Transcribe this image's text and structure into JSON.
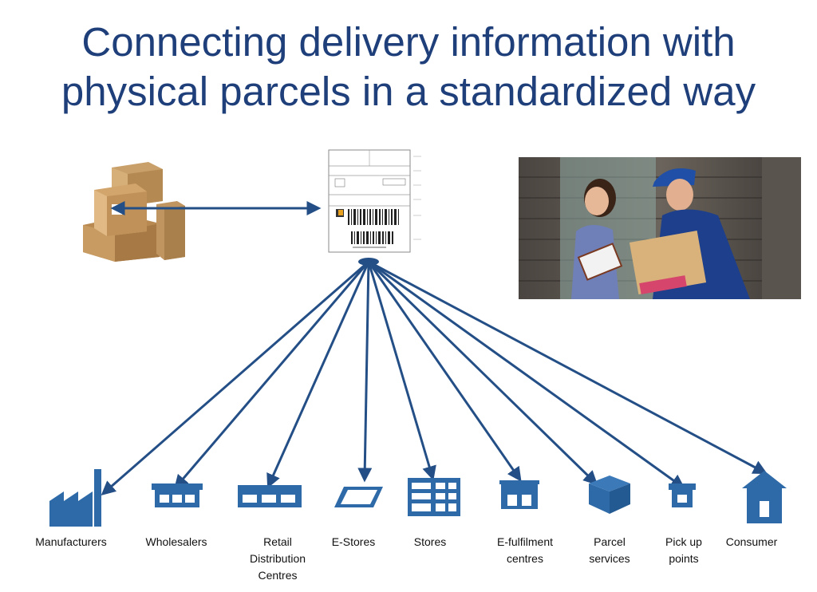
{
  "title": {
    "line1": "Connecting delivery information with",
    "line2": "physical parcels in a standardized way"
  },
  "colors": {
    "title": "#1f3f7a",
    "arrow": "#244f86",
    "icon": "#2e6aa7",
    "cardboard": "#c9a06a"
  },
  "label_document": {
    "icon": "shipping-label-icon",
    "has_barcodes": true
  },
  "parcels_image": {
    "icon": "cardboard-boxes-icon"
  },
  "photo": {
    "subject": "courier-delivering-parcel-photo"
  },
  "nodes": [
    {
      "id": "manufacturers",
      "icon": "factory-icon",
      "label": [
        "Manufacturers"
      ]
    },
    {
      "id": "wholesalers",
      "icon": "warehouse-icon",
      "label": [
        "Wholesalers"
      ]
    },
    {
      "id": "retail-dc",
      "icon": "distribution-centre-icon",
      "label": [
        "Retail",
        "Distribution",
        "Centres"
      ]
    },
    {
      "id": "e-stores",
      "icon": "screen-icon",
      "label": [
        "E-Stores"
      ]
    },
    {
      "id": "stores",
      "icon": "store-grid-icon",
      "label": [
        "Stores"
      ]
    },
    {
      "id": "e-fulfilment",
      "icon": "fulfilment-building-icon",
      "label": [
        "E-fulfilment",
        "centres"
      ]
    },
    {
      "id": "parcel-services",
      "icon": "parcel-box-icon",
      "label": [
        "Parcel",
        "services"
      ]
    },
    {
      "id": "pickup-points",
      "icon": "pickup-point-icon",
      "label": [
        "Pick up",
        "points"
      ]
    },
    {
      "id": "consumer",
      "icon": "house-icon",
      "label": [
        "Consumer"
      ]
    }
  ]
}
